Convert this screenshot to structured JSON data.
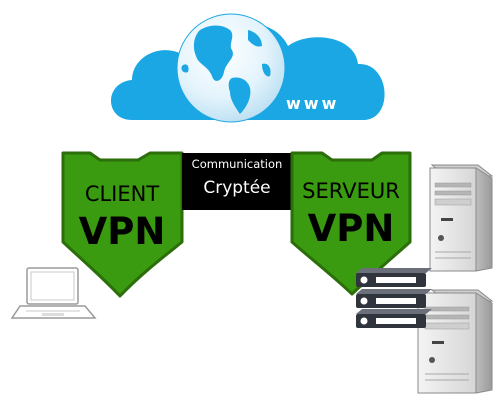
{
  "cloud": {
    "label": "www",
    "color": "#1ba7e3"
  },
  "client": {
    "line1": "CLIENT",
    "line2": "VPN"
  },
  "server": {
    "line1": "SERVEUR",
    "line2": "VPN"
  },
  "tunnel": {
    "line1": "Communication",
    "line2": "Cryptée"
  },
  "colors": {
    "shield_fill": "#3a9a10",
    "shield_border": "#2b6e0a",
    "tunnel_fill": "#000000",
    "cloud_fill": "#1ba7e3"
  },
  "icons": {
    "cloud": "cloud-icon",
    "globe": "globe-icon",
    "laptop": "laptop-icon",
    "server_tower": "server-tower-icon",
    "rack": "rack-server-icon"
  }
}
